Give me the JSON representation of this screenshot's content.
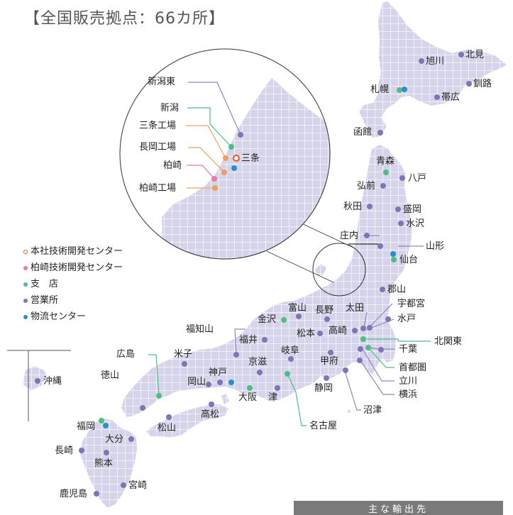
{
  "title": "【全国販売拠点：66カ所】",
  "colors": {
    "land": "#d6d4ea",
    "grid": "#ffffff",
    "sales_office": "#7f74b6",
    "branch": "#4fbe83",
    "logistics_center": "#2d8ccc",
    "hq": "#e8591e",
    "kashiwazaki_center": "#eb79a6",
    "leader_green": "#4fbe83",
    "leader_orange": "#f0a05c",
    "leader_pink": "#eb79a6",
    "leader_purple": "#8f86c2"
  },
  "legend": [
    {
      "label": "本社技術開発センター",
      "type": "hq"
    },
    {
      "label": "柏崎技術開発センター",
      "type": "kashiwazaki_center"
    },
    {
      "label": "支　店",
      "type": "branch"
    },
    {
      "label": "営業所",
      "type": "sales_office"
    },
    {
      "label": "物流センター",
      "type": "logistics_center"
    }
  ],
  "inset_labels": [
    "新潟東",
    "新潟",
    "三条工場",
    "長岡工場",
    "柏崎",
    "柏崎工場",
    "三条"
  ],
  "locations": [
    "旭川",
    "北見",
    "釧路",
    "帯広",
    "札幌",
    "函館",
    "青森",
    "八戸",
    "弘前",
    "盛岡",
    "秋田",
    "水沢",
    "庄内",
    "山形",
    "仙台",
    "郡山",
    "宇都宮",
    "太田",
    "水戸",
    "富山",
    "長野",
    "金沢",
    "福知山",
    "松本",
    "高崎",
    "北関東",
    "福井",
    "岐阜",
    "千葉",
    "広島",
    "米子",
    "京滋",
    "甲府",
    "首都圏",
    "神戸",
    "立川",
    "徳山",
    "岡山",
    "大阪",
    "津",
    "静岡",
    "横浜",
    "沖縄",
    "高松",
    "沼津",
    "福岡",
    "松山",
    "名古屋",
    "大分",
    "長崎",
    "熊本",
    "宮崎",
    "鹿児島"
  ],
  "bottom_tab": "主な輸出先"
}
